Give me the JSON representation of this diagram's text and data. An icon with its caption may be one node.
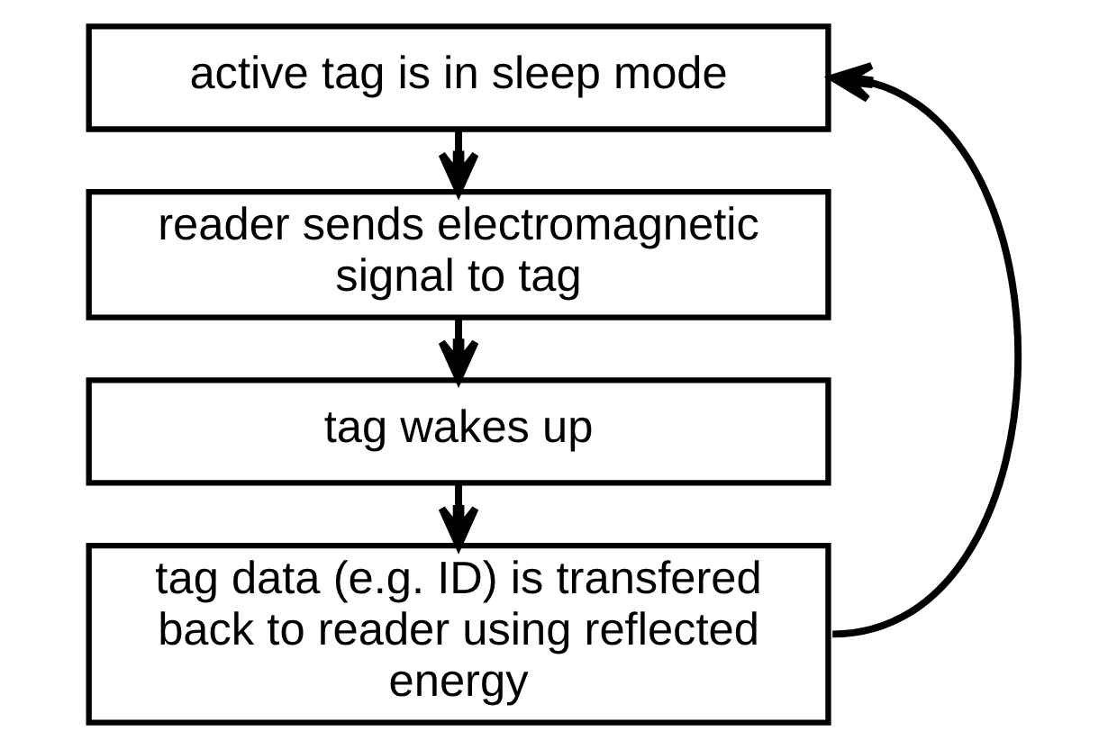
{
  "diagram": {
    "nodes": [
      {
        "text": [
          "active tag is in sleep mode"
        ]
      },
      {
        "text": [
          "reader sends electromagnetic signal to tag"
        ]
      },
      {
        "text": [
          "tag wakes up"
        ]
      },
      {
        "text": [
          "tag data (e.g. ID) is transfered back to reader using reflected energy"
        ]
      }
    ],
    "edges": [
      {
        "from": 0,
        "to": 1,
        "arrow": "to"
      },
      {
        "from": 1,
        "to": 2,
        "arrow": "to"
      },
      {
        "from": 2,
        "to": 3,
        "arrow": "to"
      },
      {
        "from": 3,
        "to": 0,
        "arrow": "to"
      }
    ]
  }
}
